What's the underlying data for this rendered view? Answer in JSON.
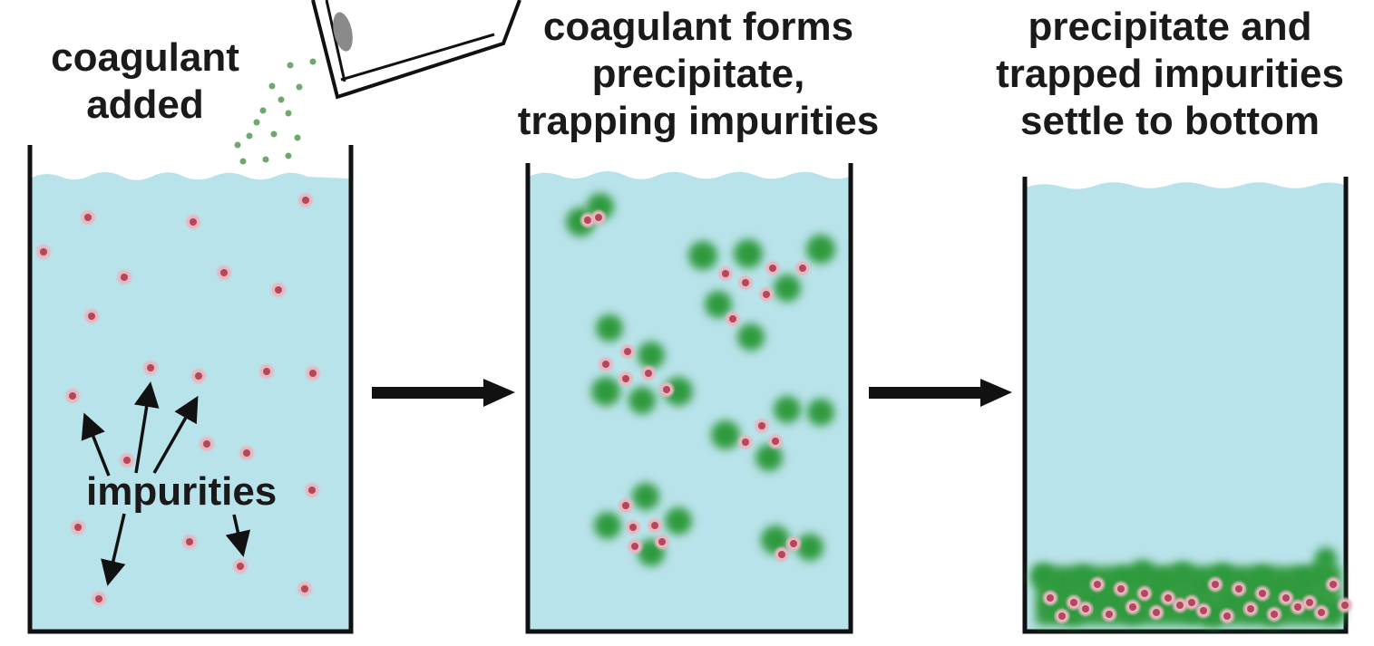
{
  "stage1": {
    "caption_line1": "coagulant",
    "caption_line2": "added",
    "impurities_label": "impurities"
  },
  "stage2": {
    "caption_line1": "coagulant forms",
    "caption_line2": "precipitate,",
    "caption_line3": "trapping impurities"
  },
  "stage3": {
    "caption_line1": "precipitate and",
    "caption_line2": "trapped impurities",
    "caption_line3": "settle to bottom"
  },
  "colors": {
    "water": "#b9e3ea",
    "impurity": "#b5475d",
    "precipitate": "#2e9a3c",
    "outline": "#111111"
  }
}
